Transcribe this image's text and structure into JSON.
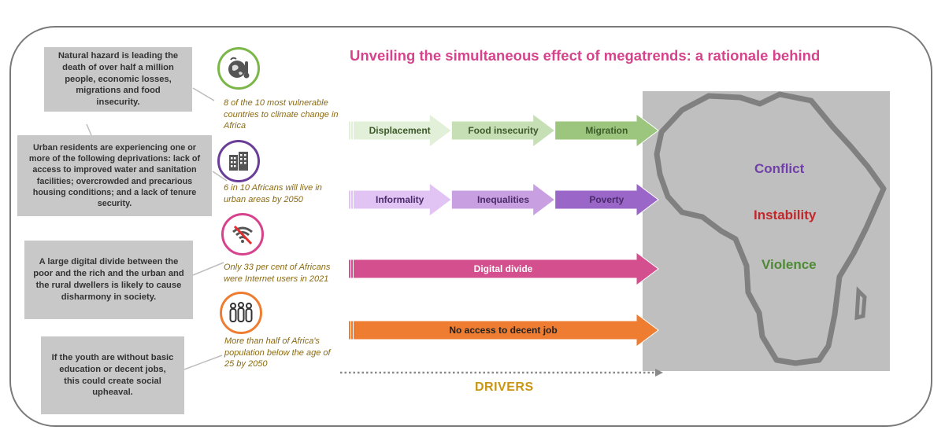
{
  "title": "Unveiling the simultaneous effect of megatrends: a rationale behind",
  "callouts": [
    "Natural hazard is leading the death of over half a million people, economic losses, migrations and food insecurity.",
    "Urban residents are experiencing one or more of the following deprivations: lack of access to improved water and sanitation facilities; overcrowded and precarious housing conditions; and a lack of tenure security.",
    "A large digital divide between the poor and the rich and the urban and the rural dwellers is likely to cause disharmony in society.",
    "If the youth are without basic education or decent jobs, this could create social upheaval."
  ],
  "stats": [
    "8 of the 10 most vulnerable countries to climate change in Africa",
    "6 in 10 Africans will live in urban areas by 2050",
    "Only 33 per cent of Africans were Internet users in 2021",
    "More than half of Africa's population below the age of 25 by 2050"
  ],
  "icons": [
    {
      "name": "climate-globe-thermometer-icon",
      "color": "#7ab648"
    },
    {
      "name": "urban-buildings-icon",
      "color": "#6a3d99"
    },
    {
      "name": "no-wifi-icon",
      "color": "#d6438c"
    },
    {
      "name": "people-group-icon",
      "color": "#ee7d31"
    }
  ],
  "rows": [
    {
      "labels": [
        "Displacement",
        "Food insecurity",
        "Migration"
      ],
      "colors": [
        "#e3f0d9",
        "#c6dfb4",
        "#9cc67e"
      ],
      "text_color": "#3d5a2a"
    },
    {
      "labels": [
        "Informality",
        "Inequalities",
        "Poverty"
      ],
      "colors": [
        "#e2c4f4",
        "#c8a0e2",
        "#9a67c9"
      ],
      "text_color": "#4a2a6a"
    },
    {
      "labels": [
        "Digital divide"
      ],
      "colors": [
        "#d44f8e"
      ],
      "text_color": "#ffffff"
    },
    {
      "labels": [
        "No access  to decent job"
      ],
      "colors": [
        "#ee7d31"
      ],
      "text_color": "#222222"
    }
  ],
  "outcomes": [
    {
      "label": "Conflict",
      "color": "#7040a8"
    },
    {
      "label": "Instability",
      "color": "#c0282c"
    },
    {
      "label": "Violence",
      "color": "#4e8a36"
    }
  ],
  "drivers_label": "DRIVERS"
}
